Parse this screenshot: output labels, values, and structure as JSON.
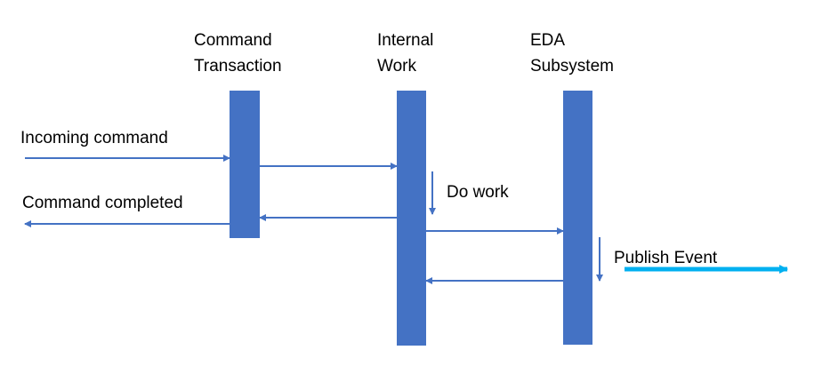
{
  "diagram": {
    "lifelines": [
      {
        "id": "command-transaction",
        "title_lines": [
          "Command",
          "Transaction"
        ]
      },
      {
        "id": "internal-work",
        "title_lines": [
          "Internal",
          "Work"
        ]
      },
      {
        "id": "eda-subsystem",
        "title_lines": [
          "EDA",
          "Subsystem"
        ]
      }
    ],
    "messages": [
      {
        "id": "incoming-command",
        "label": "Incoming command"
      },
      {
        "id": "command-completed",
        "label": "Command completed"
      },
      {
        "id": "do-work",
        "label": "Do work"
      },
      {
        "id": "publish-event",
        "label": "Publish Event"
      }
    ],
    "colors": {
      "lifeline_bar": "#4472C4",
      "arrow": "#4472C4",
      "publish_arrow": "#00B0F0",
      "text": "#000000"
    }
  }
}
